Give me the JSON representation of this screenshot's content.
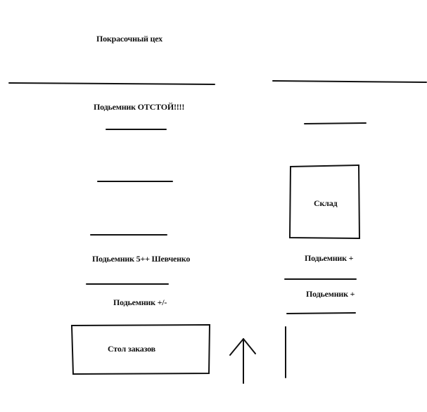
{
  "labels": {
    "paint_shop": "Покрасочный цех",
    "lift_bad": "Подьемник ОТСТОЙ!!!!",
    "warehouse": "Склад",
    "lift_shevchenko": "Подьемник 5++ Шевченко",
    "lift_plus_1": "Подьемник +",
    "lift_plus_minus": "Подьемник +/-",
    "lift_plus_2": "Подьемник +",
    "order_desk": "Стол заказов"
  },
  "colors": {
    "ink": "#111111",
    "background": "#ffffff"
  }
}
